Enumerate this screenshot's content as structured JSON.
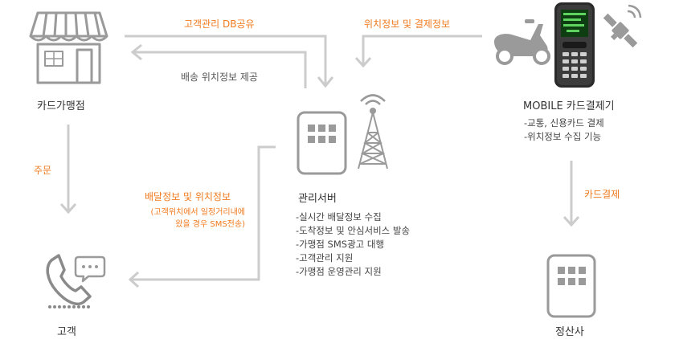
{
  "nodes": {
    "store": {
      "label": "카드가맹점"
    },
    "server": {
      "label": "관리서버",
      "features": [
        "-실시간 배달정보 수집",
        "-도착정보 및 안심서비스 발송",
        "-가맹점 SMS광고 대행",
        "-고객관리 지원",
        "-가맹점 운영관리 지원"
      ]
    },
    "mobile": {
      "label": "MOBILE 카드결제기",
      "features": [
        "-교통, 신용카드 결제",
        "-위치정보 수집 기능"
      ]
    },
    "customer": {
      "label": "고객"
    },
    "settlement": {
      "label": "정산사"
    }
  },
  "flows": {
    "db_share": "고객관리 DB공유",
    "delivery_location": "배송 위치정보 제공",
    "location_payment": "위치정보 및 결제정보",
    "order": "주문",
    "delivery_info": "배달정보 및 위치정보",
    "delivery_note_1": "(고객위치에서 일정거리내에",
    "delivery_note_2": "왔을 경우 SMS전송)",
    "card_payment": "카드결제"
  },
  "colors": {
    "accent": "#f07a1e",
    "arrow": "#cccccc",
    "icon": "#9a9a9a"
  }
}
